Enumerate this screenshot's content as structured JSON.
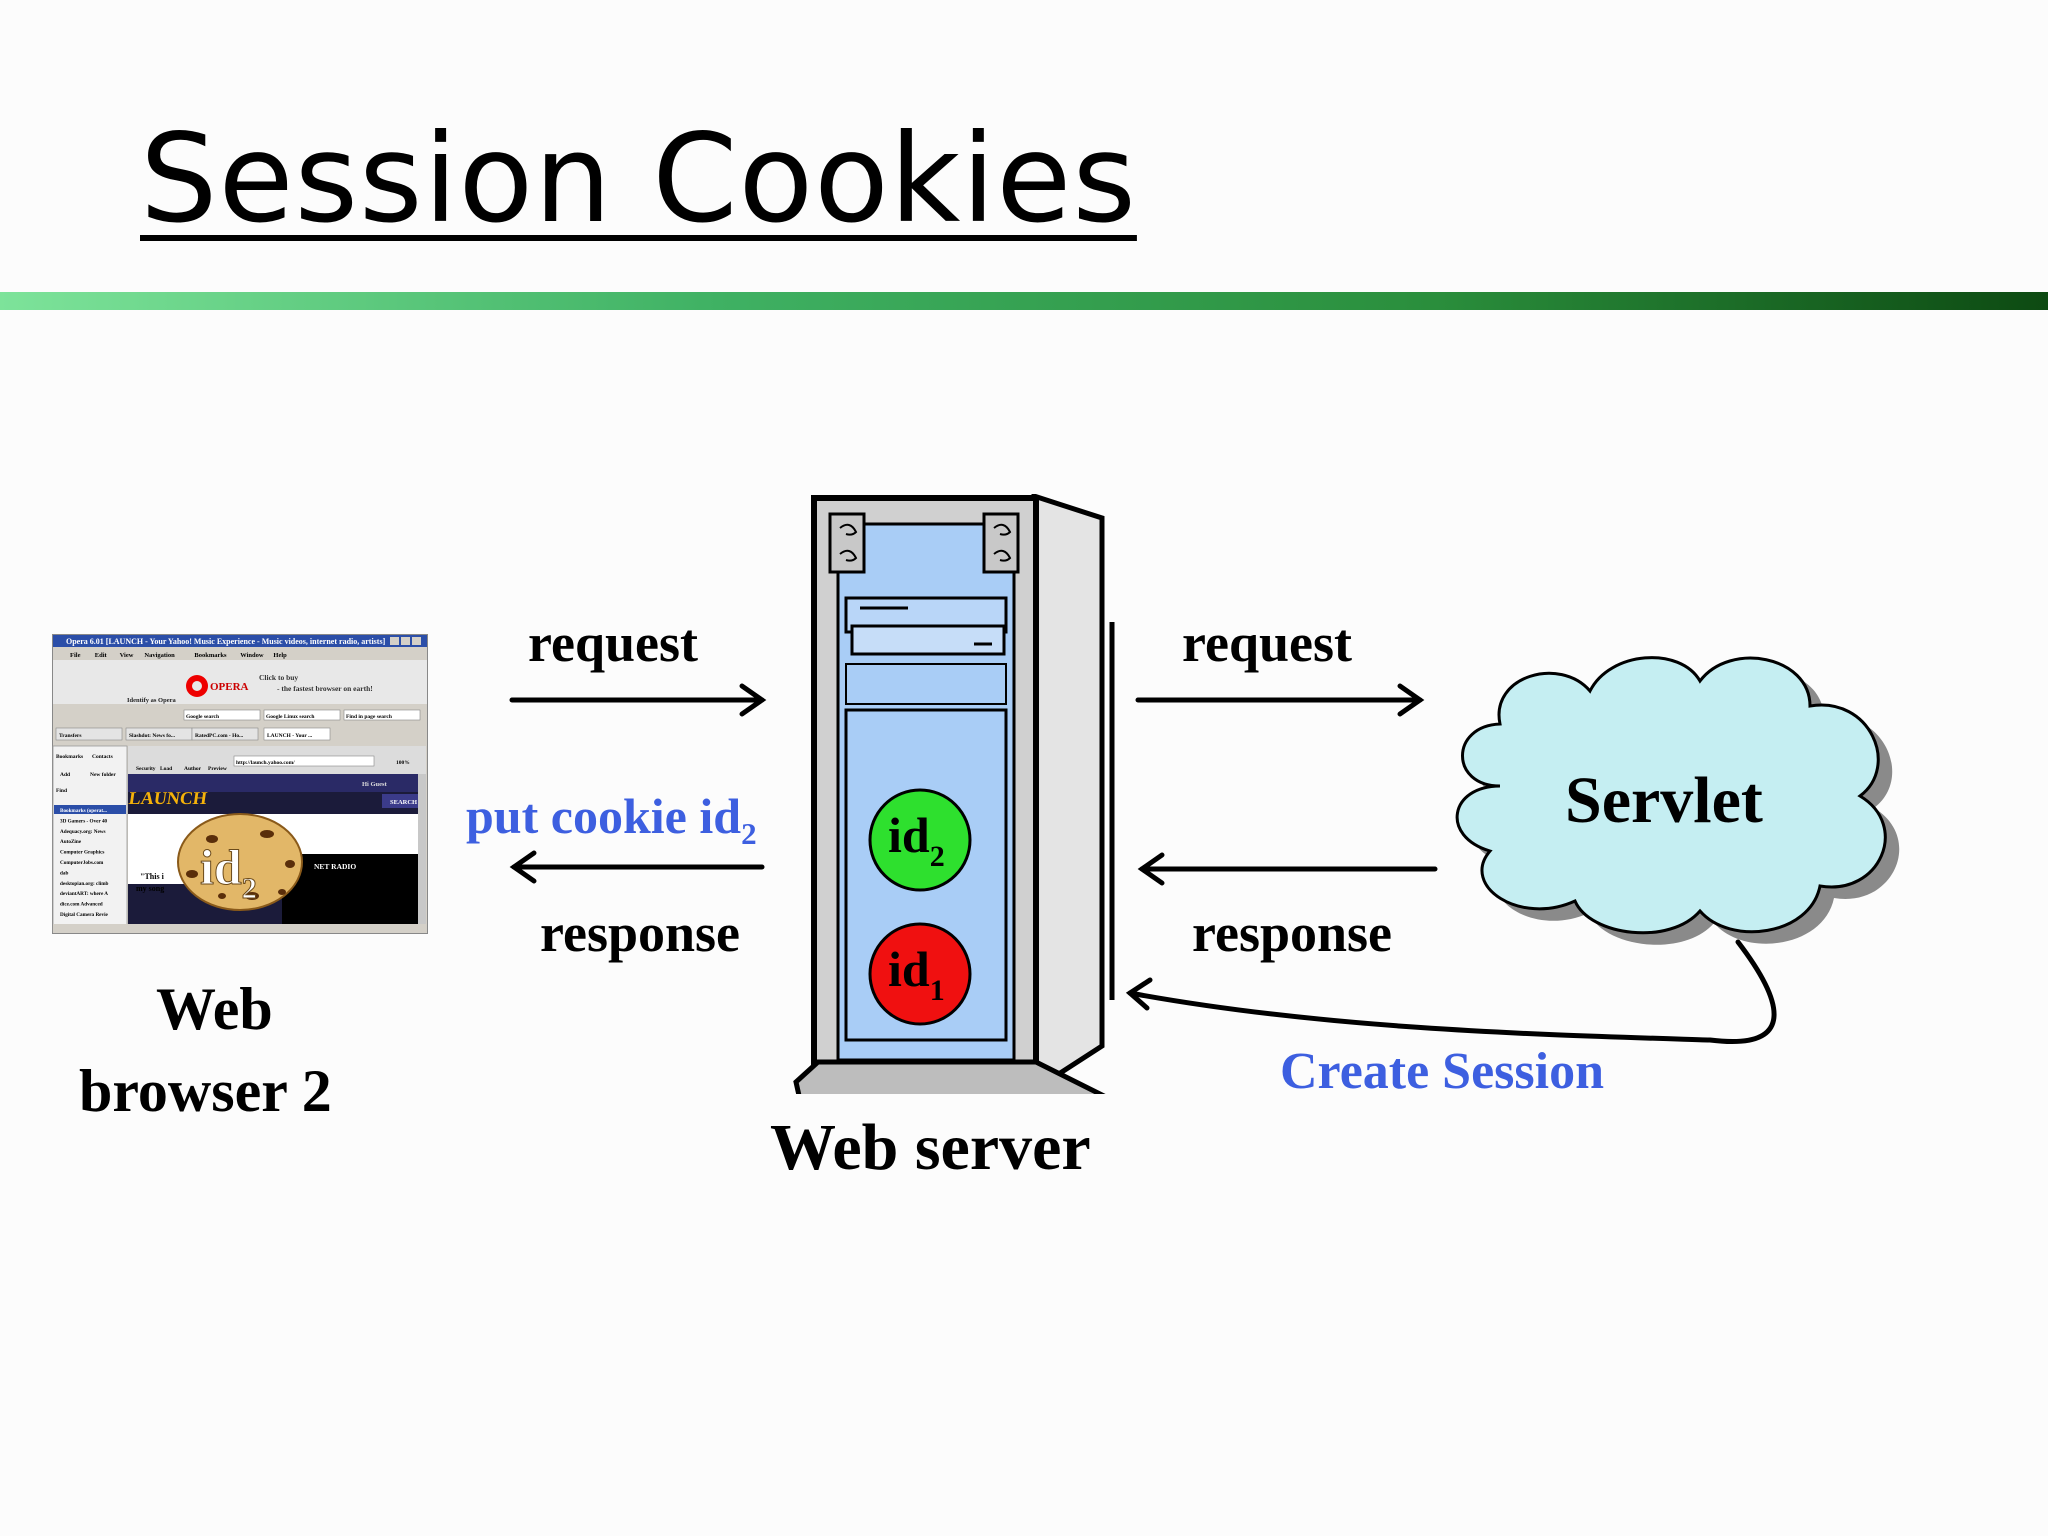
{
  "slide": {
    "title": "Session Cookies"
  },
  "browser": {
    "label_line1": "Web",
    "label_line2": "browser 2",
    "cookie_id": "id",
    "cookie_sub": "2",
    "window_title": "Opera 6.01 [LAUNCH - Your Yahoo! Music Experience - Music videos, internet radio, artists]",
    "menu": [
      "File",
      "Edit",
      "View",
      "Navigation",
      "Bookmarks",
      "Window",
      "Help"
    ],
    "opera_logo": "OPERA",
    "ad_line1": "Click to buy",
    "ad_line2": "- the fastest browser on earth!",
    "identify": "Identify as Opera",
    "search_fields": [
      "Google search",
      "Google Linux search",
      "Find in page search"
    ],
    "tabs": [
      "Transfers",
      "Slashdot: News fo...",
      "RatedPC.com - Ho...",
      "LAUNCH - Your ..."
    ],
    "panel_tabs": [
      "Bookmarks",
      "Contacts"
    ],
    "panel_buttons": [
      "Add",
      "New folder"
    ],
    "find_label": "Find",
    "nav_buttons": [
      "Security",
      "Load",
      "Author",
      "Preview"
    ],
    "address": "http://launch.yahoo.com/",
    "zoom": "100%",
    "bookmarks": [
      "Bookmarks (operat...",
      "3D Gamers - Over 40",
      "Adequacy.org: News",
      "AutoZine",
      "Computer Graphics",
      "ComputerJobs.com",
      "dab",
      "desktopian.org: climb",
      "deviantART: where A",
      "dice.com Advanced",
      "Digital Camera Revie"
    ],
    "page_logo": "LAUNCH",
    "page_greeting": "Hi Guest",
    "page_search": "SEARCH",
    "page_radio": "NET RADIO",
    "page_quote": "\"This i",
    "page_quote2": "my song"
  },
  "arrows_left": {
    "request": "request",
    "put_cookie": "put cookie id",
    "put_cookie_sub": "2",
    "response": "response"
  },
  "server": {
    "label": "Web server",
    "id_top": "id",
    "id_top_sub": "2",
    "id_bottom": "id",
    "id_bottom_sub": "1"
  },
  "arrows_right": {
    "request": "request",
    "response": "response",
    "create_session": "Create Session"
  },
  "servlet": {
    "label": "Servlet"
  },
  "colors": {
    "blue_text": "#3d5fe0",
    "id_top_fill": "#2ee02e",
    "id_bottom_fill": "#f01010",
    "server_front": "#a9cdf6",
    "cloud_fill": "#c5eef2",
    "bar_start": "#7de39a",
    "bar_end": "#0d4a12"
  }
}
